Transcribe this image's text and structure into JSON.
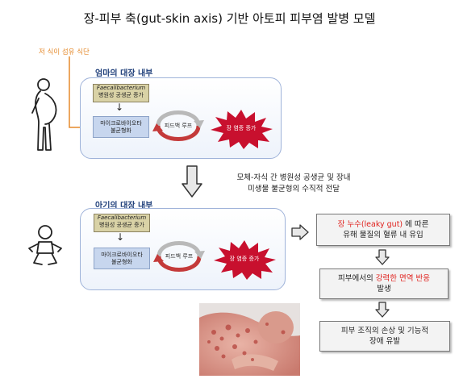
{
  "title": "장-피부 축(gut-skin axis) 기반 아토피 피부염 발병 모델",
  "diet_label": "저 식이 섬유 식단",
  "mother": {
    "panel_title": "엄마의 대장 내부",
    "bacterium_name": "Faecalibacterium",
    "bacterium_desc": "병원성 공생균 증가",
    "microbiota_line1": "마이크로바이오타",
    "microbiota_line2": "불균형화",
    "loop_label": "피드백 루프",
    "inflammation": "장 염증 증가"
  },
  "transfer": {
    "line1": "모체-자식 간 병원성 공생균 및 장내",
    "line2": "미생물 불균형의 수직적 전달"
  },
  "baby": {
    "panel_title": "아기의 대장 내부",
    "bacterium_name": "Faecalibacterium",
    "bacterium_desc": "병원성 공생균 증가",
    "microbiota_line1": "마이크로바이오타",
    "microbiota_line2": "불균형화",
    "loop_label": "피드백 루프",
    "inflammation": "장 염증 증가"
  },
  "flow": {
    "step1_red": "장 누수(leaky gut)",
    "step1_rest": " 에 따른",
    "step1_line2": "유해 물질의 혈류 내 유입",
    "step2_pre": "피부에서의 ",
    "step2_red": "강력한 면역 반응",
    "step2_line2": "발생",
    "step3_line1": "피부 조직의 손상 및 기능적",
    "step3_line2": "장애 유발"
  },
  "colors": {
    "accent_orange": "#e58a2c",
    "panel_title_blue": "#1f3f7a",
    "burst_red": "#c8102e",
    "highlight_red": "#e0211d"
  }
}
